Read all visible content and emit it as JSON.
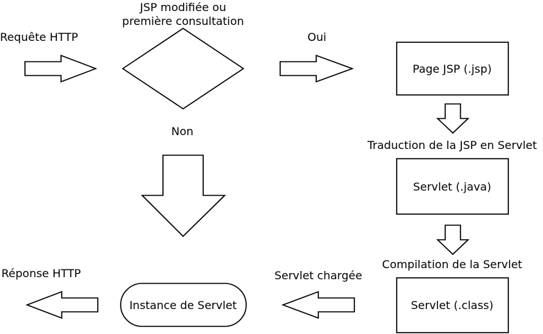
{
  "labels": {
    "request": "Requête HTTP",
    "decision_line1": "JSP modifiée ou",
    "decision_line2": "première consultation",
    "yes": "Oui",
    "no": "Non",
    "translation": "Traduction de la JSP en Servlet",
    "compilation": "Compilation de la Servlet",
    "loaded": "Servlet chargée",
    "response": "Réponse HTTP"
  },
  "boxes": {
    "jsp_page": "Page JSP (.jsp)",
    "servlet_java": "Servlet (.java)",
    "servlet_class": "Servlet (.class)",
    "instance": "Instance de Servlet"
  }
}
